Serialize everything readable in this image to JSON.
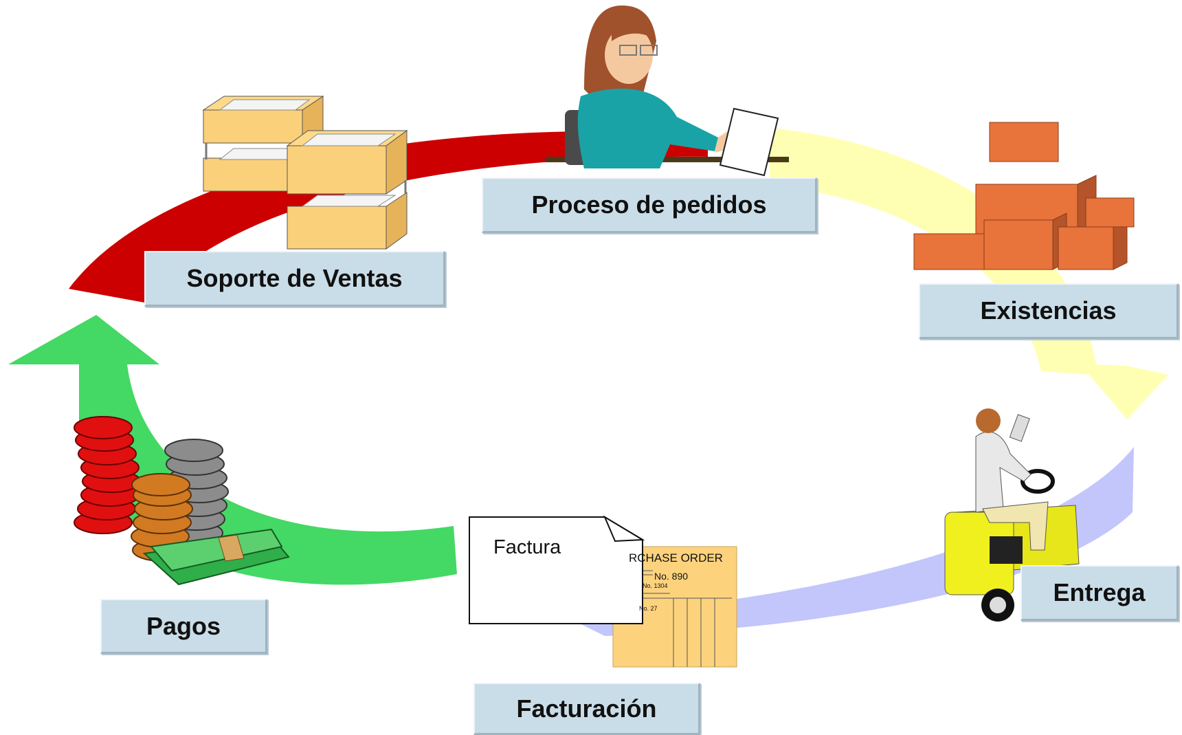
{
  "labels": {
    "proceso": "Proceso de pedidos",
    "soporte": "Soporte de Ventas",
    "existencias": "Existencias",
    "entrega": "Entrega",
    "facturacion": "Facturación",
    "pagos": "Pagos"
  },
  "invoice": {
    "title": "Factura"
  },
  "purchase_order": {
    "title": "RCHASE ORDER",
    "number": "No. 890",
    "sub_number": "No. 1304",
    "line": "No. 27"
  },
  "icons": [
    "operator-with-headset-icon",
    "inbox-trays-icon",
    "stacked-boxes-icon",
    "forklift-driver-icon",
    "invoice-document-icon",
    "money-stacks-icon"
  ],
  "colors": {
    "red_arrow": "#cc0000",
    "yellow_arrow": "#ffffb3",
    "blue_arrow": "#c2c6fb",
    "green_arrow": "#44d864",
    "label_bg": "#c9dde8"
  }
}
